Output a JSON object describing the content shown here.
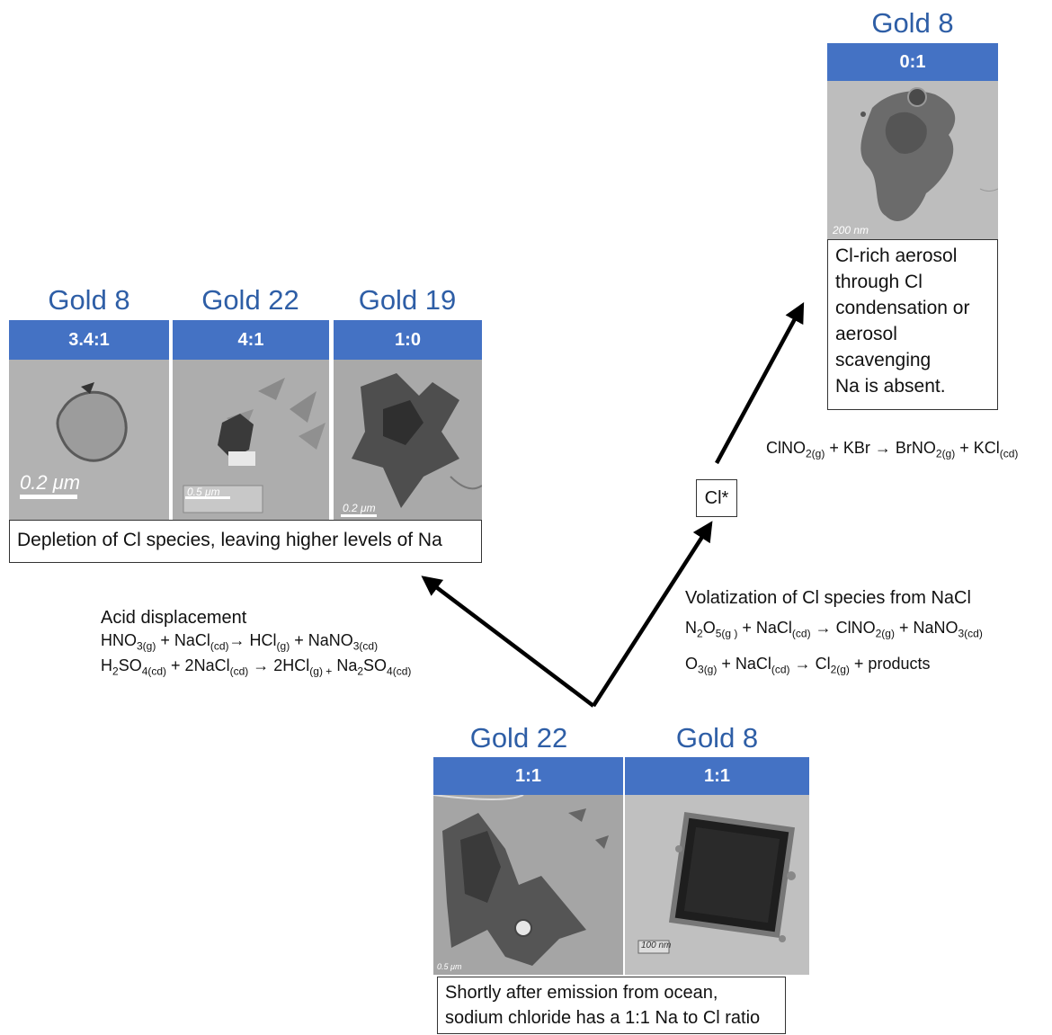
{
  "top_right": {
    "title": "Gold 8",
    "ratio": "0:1",
    "scale": "200 nm",
    "caption": [
      "Cl-rich aerosol",
      "through Cl",
      "condensation or",
      "aerosol",
      "scavenging",
      "Na is absent."
    ]
  },
  "left_panels": [
    {
      "title": "Gold 8",
      "ratio": "3.4:1",
      "scale": "0.2 μm"
    },
    {
      "title": "Gold 22",
      "ratio": "4:1",
      "scale": "0.5 μm"
    },
    {
      "title": "Gold 19",
      "ratio": "1:0",
      "scale": "0.2 μm"
    }
  ],
  "left_caption": "Depletion of Cl species, leaving higher levels of Na",
  "bottom_panels": [
    {
      "title": "Gold 22",
      "ratio": "1:1",
      "scale": "0.5 μm"
    },
    {
      "title": "Gold 8",
      "ratio": "1:1",
      "scale": "100 nm"
    }
  ],
  "bottom_caption": [
    "Shortly after emission from ocean,",
    "sodium chloride has a 1:1 Na to Cl ratio"
  ],
  "cl_star": "Cl*",
  "acid_displacement": {
    "heading": "Acid displacement",
    "eq1": {
      "a": "HNO",
      "a_sub": "3(g)",
      "b": " + NaCl",
      "b_sub": "(cd)",
      "c": " HCl",
      "c_sub": "(g)",
      "d": " + NaNO",
      "d_sub": "3(cd)"
    },
    "eq2": {
      "a": "H",
      "a_sub": "2",
      "a2": "SO",
      "a2_sub": "4(cd)",
      "b": " + 2NaCl",
      "b_sub": "(cd)",
      "c": "  2HCl",
      "c_sub": "(g) +",
      "d": " Na",
      "d_sub": "2",
      "e": "SO",
      "e_sub": "4(cd)"
    }
  },
  "volatization": {
    "heading": "Volatization of Cl species from NaCl",
    "eq1": {
      "a": "N",
      "a_sub": "2",
      "a2": "O",
      "a2_sub": "5(g )",
      "b": " + NaCl",
      "b_sub": "(cd)",
      "c": " ClNO",
      "c_sub": "2(g)",
      "d": " + NaNO",
      "d_sub": "3(cd)"
    },
    "eq2": {
      "a": "O",
      "a_sub": "3(g)",
      "b": " + NaCl",
      "b_sub": "(cd)",
      "c": " Cl",
      "c_sub": "2(g)",
      "d": " + products"
    }
  },
  "bromine_eq": {
    "a": "ClNO",
    "a_sub": "2(g)",
    "b": " + KBr ",
    "c": " BrNO",
    "c_sub": "2(g)",
    "d": " + KCl",
    "d_sub": "(cd)"
  },
  "arrow_symbol": "→",
  "colors": {
    "header_blue": "#4472c4",
    "title_blue": "#2e5ea6"
  }
}
